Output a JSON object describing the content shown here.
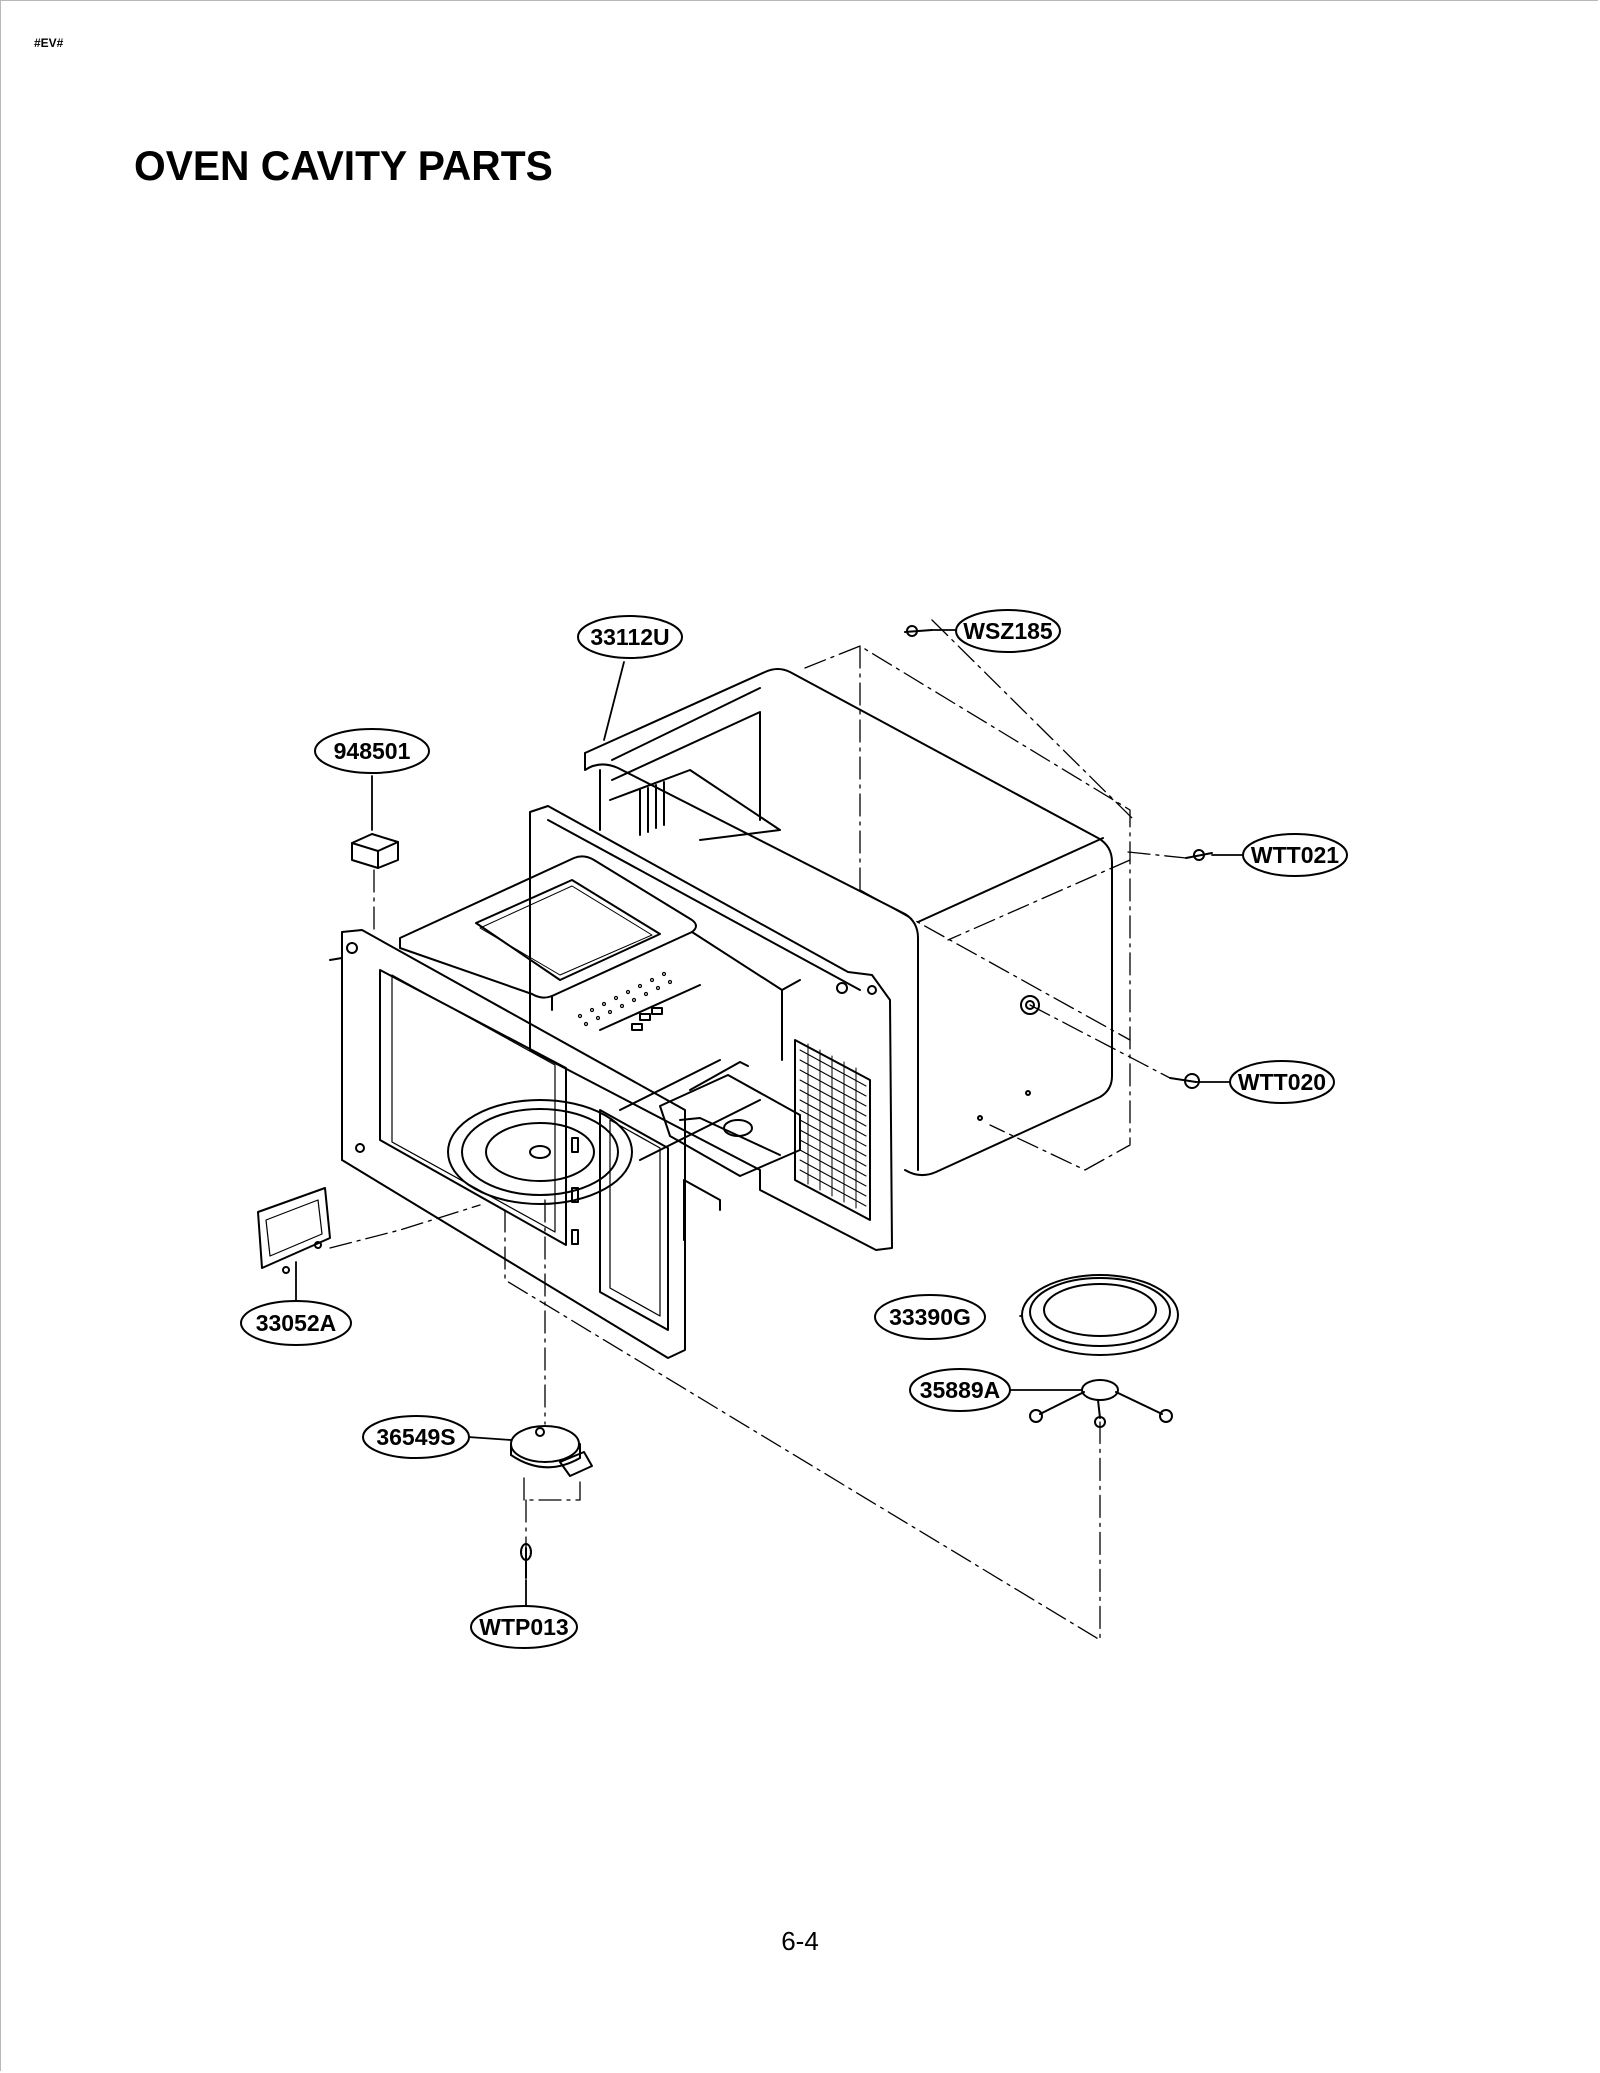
{
  "document": {
    "code": "#EV#",
    "title": "OVEN CAVITY PARTS",
    "page_number": "6-4"
  },
  "callouts": {
    "c33112U": "33112U",
    "cWSZ185": "WSZ185",
    "c948501": "948501",
    "cWTT021": "WTT021",
    "cWTT020": "WTT020",
    "c33052A": "33052A",
    "c33390G": "33390G",
    "c35889A": "35889A",
    "c36549S": "36549S",
    "cWTP013": "WTP013"
  }
}
